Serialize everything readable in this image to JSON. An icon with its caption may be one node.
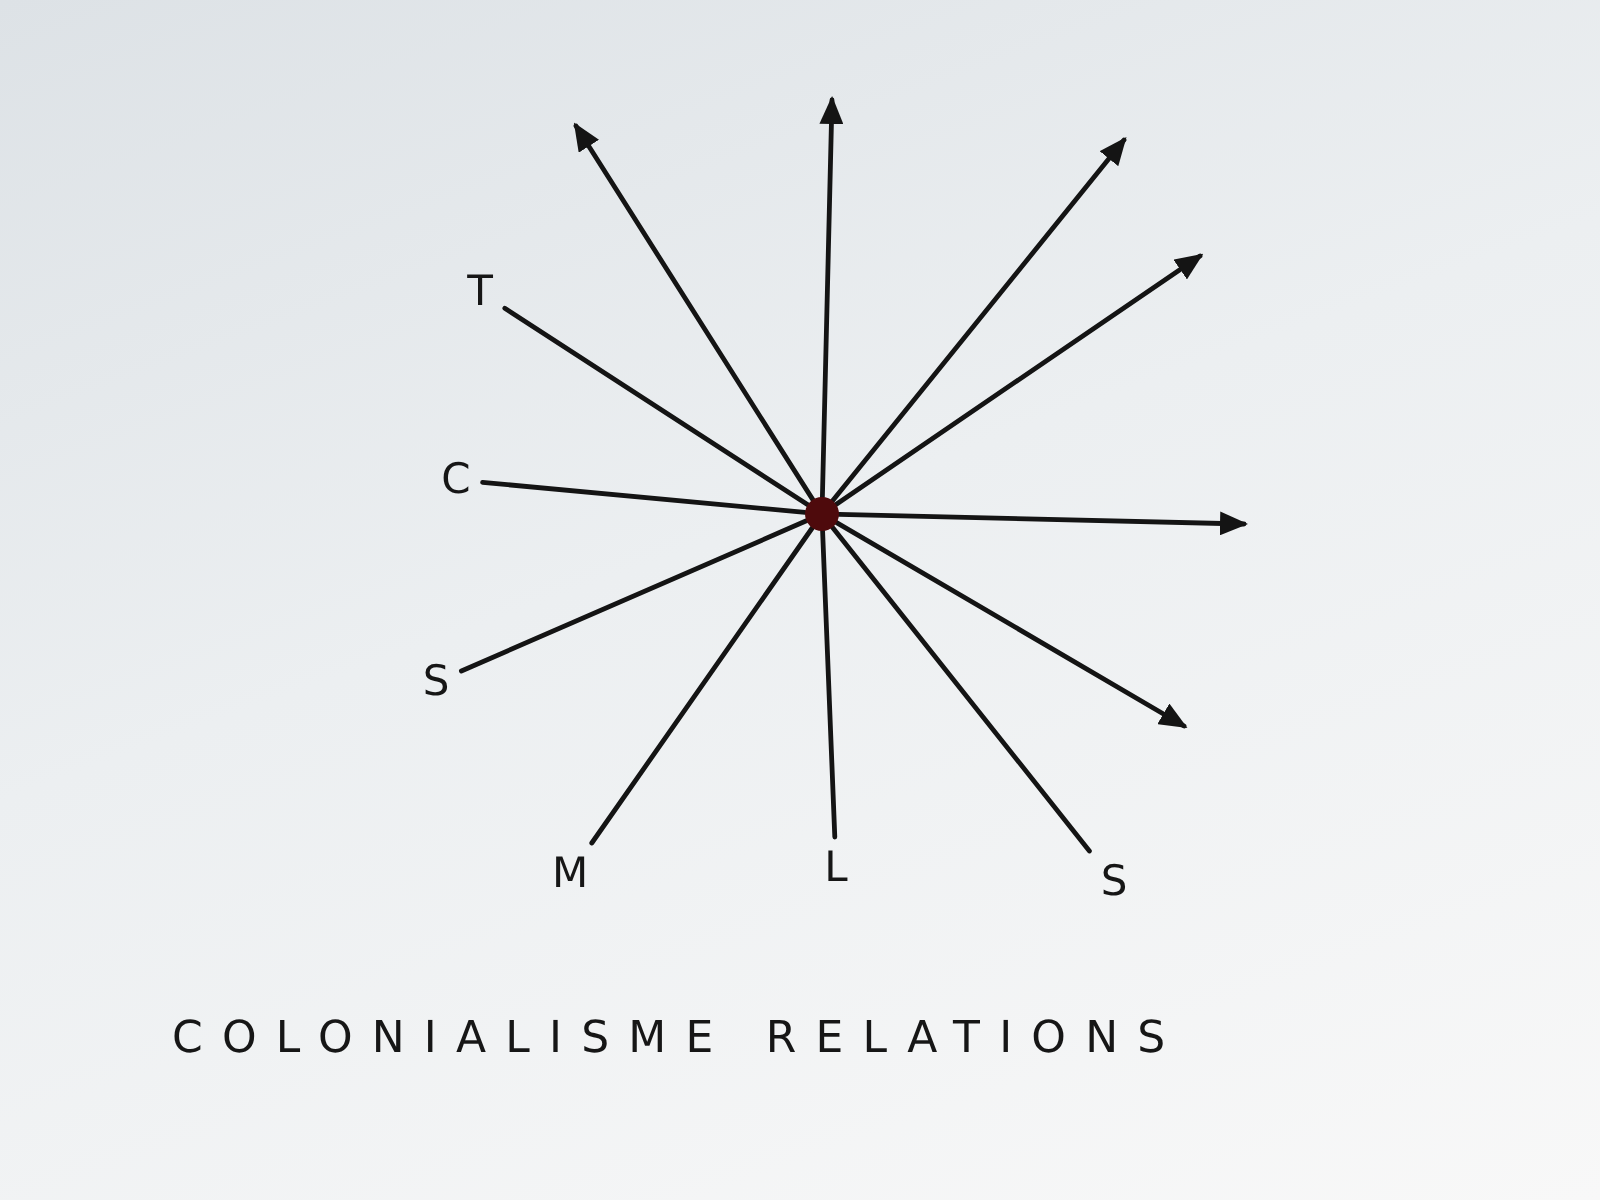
{
  "diagram": {
    "caption": "COLONIALISME RELATIONS",
    "nodes": [
      {
        "text": [
          "T"
        ]
      },
      {
        "text": [
          "C"
        ]
      },
      {
        "text": [],
        "shape": "circle"
      },
      {
        "text": [
          "S"
        ]
      },
      {
        "text": [
          "M"
        ]
      },
      {
        "text": [
          "L"
        ]
      },
      {
        "text": [
          "S"
        ]
      }
    ],
    "edges": [
      {
        "from": 0,
        "to": 2,
        "arrow": "none"
      },
      {
        "from": 1,
        "to": 2,
        "arrow": "none"
      },
      {
        "from": 3,
        "to": 2,
        "arrow": "none"
      },
      {
        "from": 4,
        "to": 2,
        "arrow": "none"
      },
      {
        "from": 5,
        "to": 2,
        "arrow": "none"
      },
      {
        "from": 6,
        "to": 2,
        "arrow": "none"
      },
      {
        "from": 2,
        "to": null,
        "arrow": "to"
      },
      {
        "from": 2,
        "to": null,
        "arrow": "to"
      },
      {
        "from": 2,
        "to": null,
        "arrow": "to"
      },
      {
        "from": 2,
        "to": null,
        "arrow": "to"
      },
      {
        "from": 2,
        "to": null,
        "arrow": "to"
      },
      {
        "from": 2,
        "to": null,
        "arrow": "to"
      }
    ]
  }
}
